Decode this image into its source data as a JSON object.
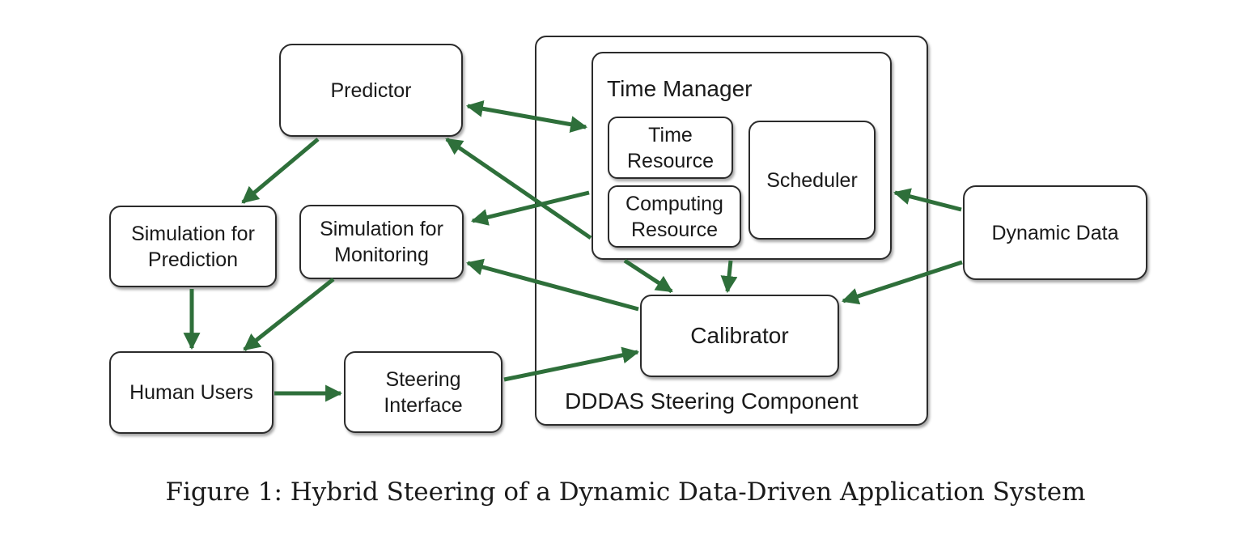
{
  "nodes": {
    "predictor": "Predictor",
    "sim_prediction": "Simulation for\nPrediction",
    "sim_monitoring": "Simulation for\nMonitoring",
    "human_users": "Human Users",
    "steering_interface": "Steering\nInterface",
    "time_resource": "Time\nResource",
    "computing_resource": "Computing\nResource",
    "scheduler": "Scheduler",
    "calibrator": "Calibrator",
    "dynamic_data": "Dynamic Data"
  },
  "containers": {
    "dddas": "DDDAS  Steering Component",
    "time_manager": "Time Manager"
  },
  "edges": [
    {
      "from": "predictor",
      "to": "time_manager",
      "bidirectional": true
    },
    {
      "from": "predictor",
      "to": "sim_prediction"
    },
    {
      "from": "calibrator",
      "to": "predictor"
    },
    {
      "from": "time_manager",
      "to": "calibrator"
    },
    {
      "from": "time_manager",
      "to": "sim_monitoring"
    },
    {
      "from": "dynamic_data",
      "to": "scheduler"
    },
    {
      "from": "dynamic_data",
      "to": "calibrator"
    },
    {
      "from": "time_manager",
      "to": "calibrator"
    },
    {
      "from": "calibrator",
      "to": "sim_monitoring"
    },
    {
      "from": "sim_prediction",
      "to": "human_users"
    },
    {
      "from": "sim_monitoring",
      "to": "human_users"
    },
    {
      "from": "human_users",
      "to": "steering_interface"
    },
    {
      "from": "steering_interface",
      "to": "calibrator"
    }
  ],
  "colors": {
    "arrow": "#2e6f3a",
    "border": "#2b2b2b"
  },
  "caption": "Figure 1: Hybrid Steering of a Dynamic Data-Driven Application System"
}
